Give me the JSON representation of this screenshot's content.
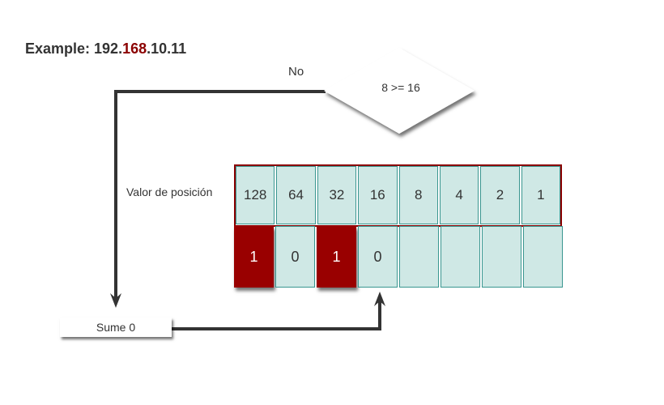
{
  "title": {
    "prefix": "Example: 192.",
    "highlight": "168",
    "suffix": ".10.11",
    "highlight_color": "#8b0000"
  },
  "decision": {
    "condition": "8 >= 16",
    "branch_label": "No"
  },
  "place_value_label": "Valor de posición",
  "place_values": [
    "128",
    "64",
    "32",
    "16",
    "8",
    "4",
    "2",
    "1"
  ],
  "bits": [
    "1",
    "0",
    "1",
    "0",
    "",
    "",
    "",
    ""
  ],
  "action_box": "Sume 0",
  "colors": {
    "cell_bg": "#cfe8e5",
    "cell_border": "#3a9690",
    "accent_red": "#990000",
    "line": "#333333"
  }
}
